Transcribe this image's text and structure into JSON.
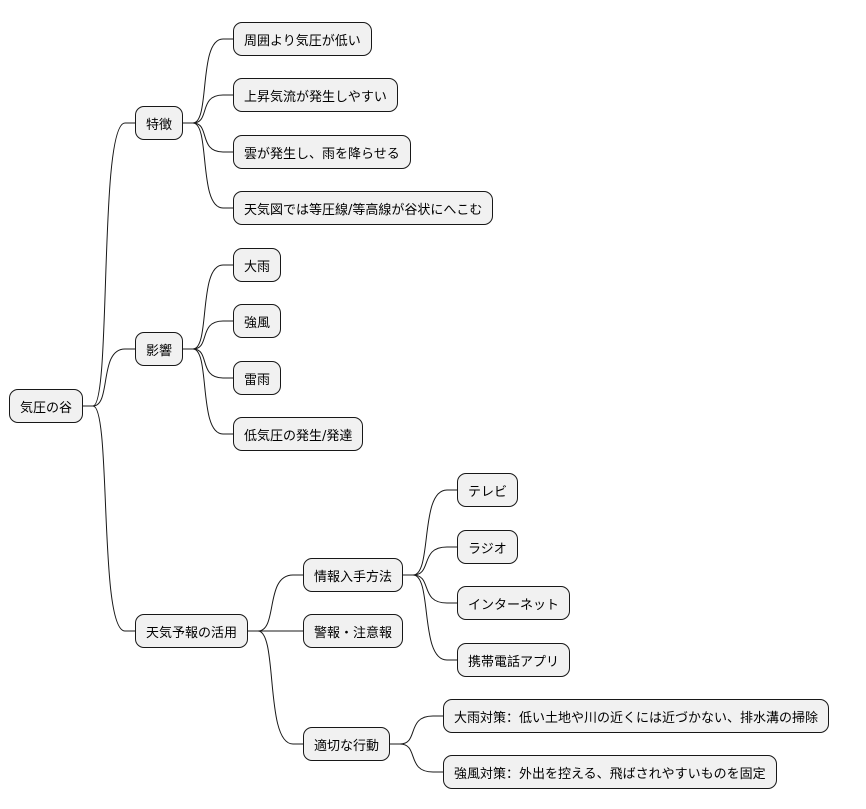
{
  "mindmap": {
    "root": "気圧の谷",
    "branches": [
      {
        "label": "特徴",
        "children": [
          {
            "label": "周囲より気圧が低い"
          },
          {
            "label": "上昇気流が発生しやすい"
          },
          {
            "label": "雲が発生し、雨を降らせる"
          },
          {
            "label": "天気図では等圧線/等高線が谷状にへこむ"
          }
        ]
      },
      {
        "label": "影響",
        "children": [
          {
            "label": "大雨"
          },
          {
            "label": "強風"
          },
          {
            "label": "雷雨"
          },
          {
            "label": "低気圧の発生/発達"
          }
        ]
      },
      {
        "label": "天気予報の活用",
        "children": [
          {
            "label": "情報入手方法",
            "children": [
              {
                "label": "テレビ"
              },
              {
                "label": "ラジオ"
              },
              {
                "label": "インターネット"
              },
              {
                "label": "携帯電話アプリ"
              }
            ]
          },
          {
            "label": "警報・注意報"
          },
          {
            "label": "適切な行動",
            "children": [
              {
                "label": "大雨対策：低い土地や川の近くには近づかない、排水溝の掃除"
              },
              {
                "label": "強風対策：外出を控える、飛ばされやすいものを固定"
              }
            ]
          }
        ]
      }
    ]
  },
  "colors": {
    "node_fill": "#f1f1f1",
    "node_border": "#181818",
    "edge": "#181818",
    "background": "#ffffff"
  }
}
